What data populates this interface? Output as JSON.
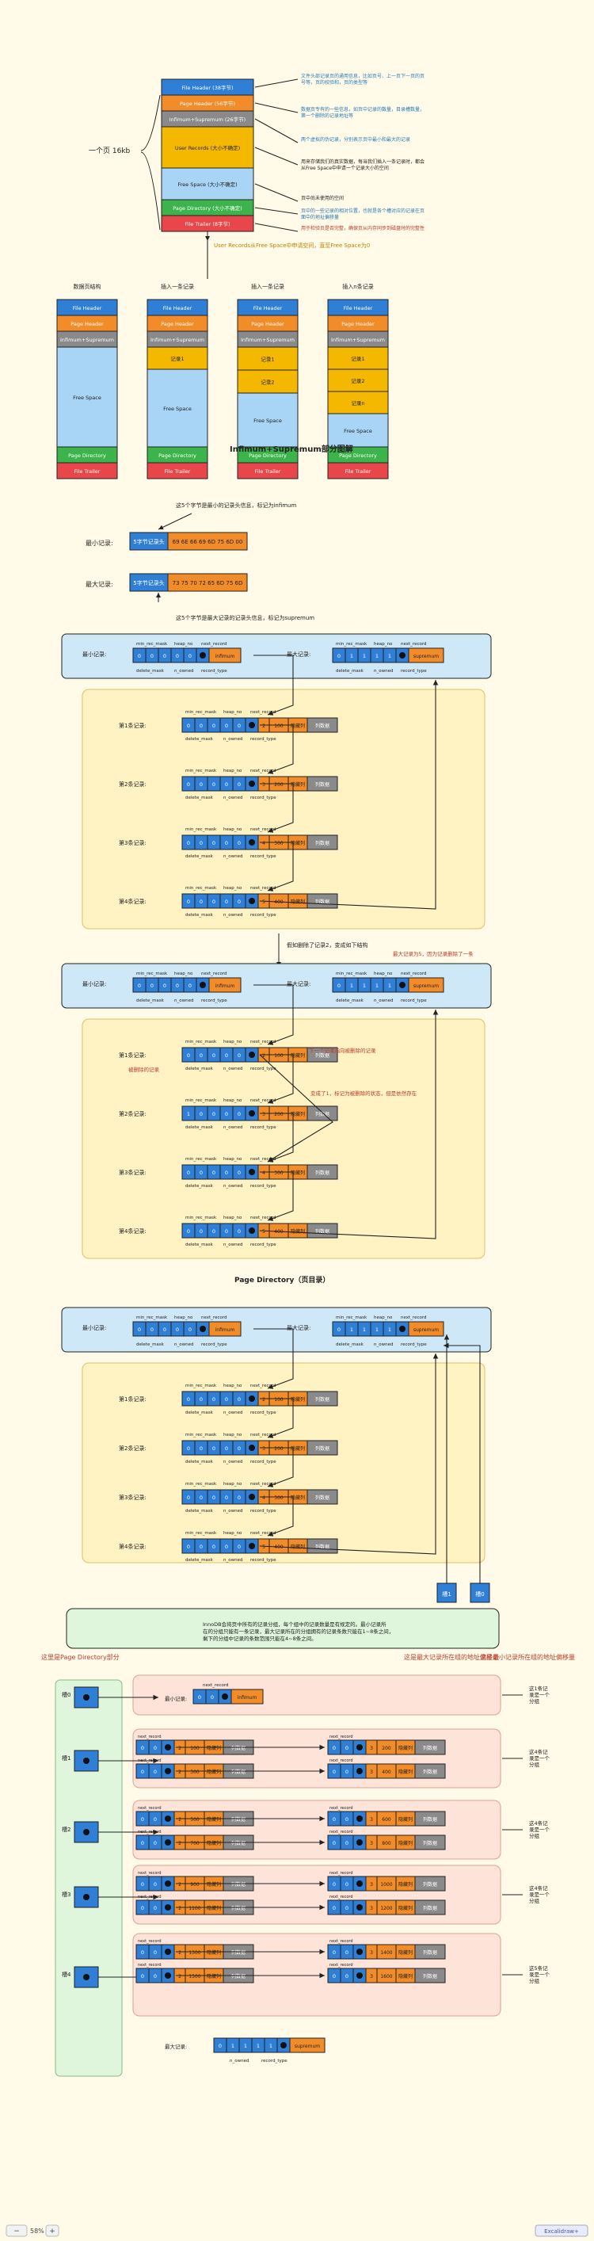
{
  "top": {
    "page_label": "一个页 16kb",
    "sections": [
      {
        "label": "File Header (38字节)",
        "color": "#2f7fd6"
      },
      {
        "label": "Page Header (56字节)",
        "color": "#f28c28"
      },
      {
        "label": "Infimum+Supremum (26字节)",
        "color": "#8a8a8a"
      },
      {
        "label": "User Records (大小不确定)",
        "color": "#f5b800"
      },
      {
        "label": "Free Space (大小不确定)",
        "color": "#a8d4f5"
      },
      {
        "label": "Page Directory (大小不确定)",
        "color": "#3cb44b"
      },
      {
        "label": "File Trailer (8字节)",
        "color": "#e8464a"
      }
    ],
    "annotations": [
      "文件头部记录页的通用信息，比如页号、上一页下一页的页号等，页的校验和，页的类型等",
      "数据页专有的一些信息，如页中记录的数量，目录槽数量，第一个删除的记录地址等",
      "两个虚拟的伪记录，分别表示页中最小和最大的记录",
      "用来存储我们的真实数据，每当我们插入一条记录时，都会从Free Space中申请一个记录大小的空间",
      "页中尚未使用的空间",
      "页中的一些记录的相对位置，也就是各个槽对应的记录在页面中的地址偏移量",
      "用于检验页是否完整，确保页从内存同步到磁盘时的完整性"
    ],
    "free_note": "User Records从Free Space中申请空间，直至Free Space为0"
  },
  "evolution": {
    "labels": [
      "数据页结构",
      "插入一条记录",
      "插入一条记录",
      "插入n条记录"
    ],
    "caption": "Infimum+Supremum部分图解",
    "stack_names": [
      "File Header",
      "Page Header",
      "Infimum+Supremum",
      "User Records",
      "Free Space",
      "Page Directory",
      "File Trailer"
    ],
    "user_rows": [
      "记录1",
      "记录1",
      "记录2",
      "记录n"
    ]
  },
  "infsup": {
    "note_top": "这5个字节是最小的记录头信息，标记为infimum",
    "note_bottom": "这5个字节是最大记录的记录头信息，标记为supremum",
    "min_label": "最小记录:",
    "max_label": "最大记录:",
    "head_cell": "5字节记录头",
    "min_bytes": "69 6E 66 69 6D 75 6D 00",
    "max_bytes": "73 75 70 72 65 6D 75 6D"
  },
  "fields": {
    "top": [
      "min_rec_mask",
      "heap_no",
      "next_record"
    ],
    "bottom": [
      "delete_mask",
      "n_owned",
      "record_type"
    ],
    "min_label": "最小记录:",
    "max_label": "最大记录:",
    "infimum": "infimum",
    "supremum": "supremum",
    "col_data": "列数据",
    "hidden": "隐藏列"
  },
  "records": [
    {
      "label": "第1条记录:",
      "heap": "2",
      "data": "100"
    },
    {
      "label": "第2条记录:",
      "heap": "3",
      "data": "200"
    },
    {
      "label": "第3条记录:",
      "heap": "4",
      "data": "300"
    },
    {
      "label": "第4条记录:",
      "heap": "5",
      "data": "400"
    }
  ],
  "delete_demo": {
    "middle_note": "假如删除了记录2，变成如下结构",
    "right_note": "最大记录为5，因为记录删除了一条",
    "pointer_note": "下一个记录指向被删除的记录",
    "deleted_label": "被删除的记录",
    "delete_note": "变成了1，标记为被删除的状态，但是依然存在"
  },
  "directory": {
    "title": "Page Directory（页目录）",
    "slots": [
      "槽1",
      "槽0"
    ],
    "left_note": "这里是Page Directory部分",
    "slot1_note": "这是最大记录所在组的地址偏移量",
    "slot0_note": "这是最小记录所在组的地址偏移量"
  },
  "groups": {
    "intro": "InnoDB会将页中所有的记录分组，每个组中的记录数量是有规定的。最小记录所在的分组只能有一条记录，最大记录所在的分组拥有的记录条数只能在1~8条之间，剩下的分组中记录的条数范围只能在4~8条之间。",
    "slots": [
      "槽0",
      "槽1",
      "槽2",
      "槽3",
      "槽4"
    ],
    "notes": [
      "这1条记录是一个分组",
      "这4条记录是一个分组",
      "这4条记录是一个分组",
      "这4条记录是一个分组",
      "这5条记录是一个分组"
    ],
    "min_label": "最小记录:",
    "max_label": "最大记录:",
    "right_vals": [
      "100",
      "200",
      "300",
      "400",
      "500",
      "600",
      "700",
      "800",
      "900",
      "1000",
      "1100",
      "1200",
      "1300",
      "1400",
      "1500",
      "1600"
    ]
  },
  "footer": {
    "zoom": "58%",
    "link": "Excalidraw+"
  }
}
